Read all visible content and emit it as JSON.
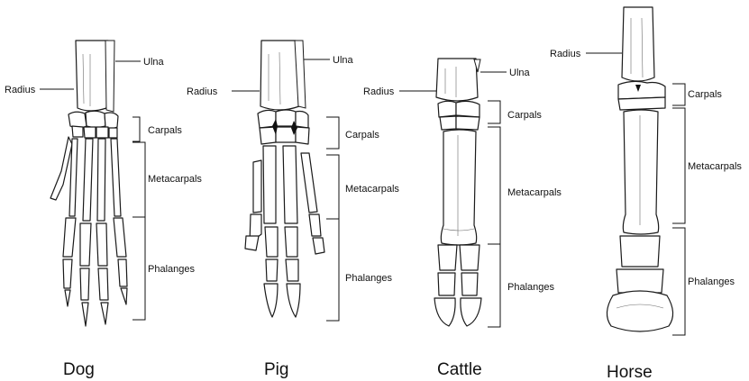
{
  "labels": {
    "ulna": "Ulna",
    "radius": "Radius",
    "carpals": "Carpals",
    "metacarpals": "Metacarpals",
    "phalanges": "Phalanges"
  },
  "animals": {
    "dog": "Dog",
    "pig": "Pig",
    "cattle": "Cattle",
    "horse": "Horse"
  }
}
